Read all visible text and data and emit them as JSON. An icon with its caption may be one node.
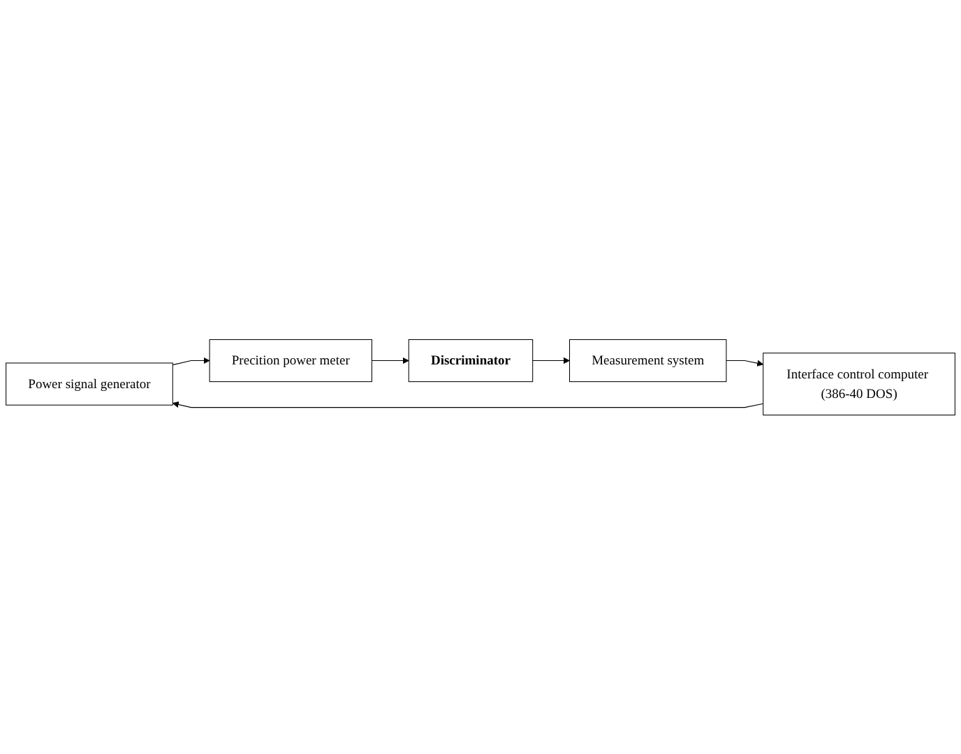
{
  "diagram": {
    "nodes": [
      {
        "text": [
          "Power signal generator"
        ]
      },
      {
        "text": [
          "Precition power meter"
        ]
      },
      {
        "text": [
          "Discriminator"
        ]
      },
      {
        "text": [
          "Measurement system"
        ]
      },
      {
        "text": [
          "Interface control computer (386-40 DOS)"
        ]
      }
    ],
    "edges": [
      {
        "from": 0,
        "to": 1,
        "arrow": "to"
      },
      {
        "from": 1,
        "to": 2,
        "arrow": "to"
      },
      {
        "from": 2,
        "to": 3,
        "arrow": "to"
      },
      {
        "from": 3,
        "to": 4,
        "arrow": "to"
      },
      {
        "from": 4,
        "to": 0,
        "arrow": "to"
      }
    ]
  }
}
